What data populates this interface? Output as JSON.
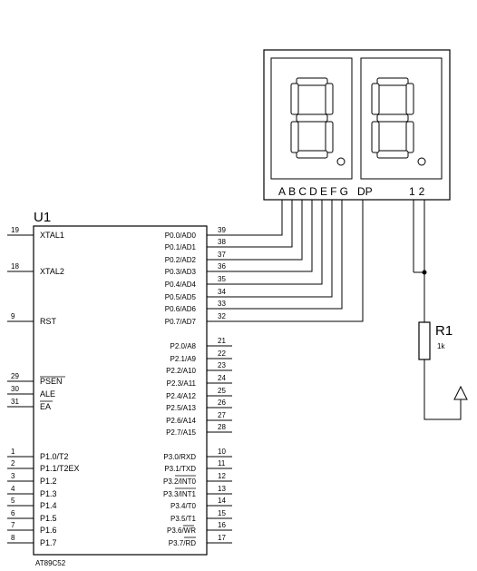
{
  "ic": {
    "ref": "U1",
    "part": "AT89C52",
    "left_pins": [
      {
        "num": "19",
        "label": "XTAL1"
      },
      {
        "num": "18",
        "label": "XTAL2"
      },
      {
        "num": "9",
        "label": "RST"
      },
      {
        "num": "29",
        "label": "PSEN"
      },
      {
        "num": "30",
        "label": "ALE"
      },
      {
        "num": "31",
        "label": "EA"
      },
      {
        "num": "1",
        "label": "P1.0/T2"
      },
      {
        "num": "2",
        "label": "P1.1/T2EX"
      },
      {
        "num": "3",
        "label": "P1.2"
      },
      {
        "num": "4",
        "label": "P1.3"
      },
      {
        "num": "5",
        "label": "P1.4"
      },
      {
        "num": "6",
        "label": "P1.5"
      },
      {
        "num": "7",
        "label": "P1.6"
      },
      {
        "num": "8",
        "label": "P1.7"
      }
    ],
    "right_pins": [
      {
        "num": "39",
        "label": "P0.0/AD0"
      },
      {
        "num": "38",
        "label": "P0.1/AD1"
      },
      {
        "num": "37",
        "label": "P0.2/AD2"
      },
      {
        "num": "36",
        "label": "P0.3/AD3"
      },
      {
        "num": "35",
        "label": "P0.4/AD4"
      },
      {
        "num": "34",
        "label": "P0.5/AD5"
      },
      {
        "num": "33",
        "label": "P0.6/AD6"
      },
      {
        "num": "32",
        "label": "P0.7/AD7"
      },
      {
        "num": "21",
        "label": "P2.0/A8"
      },
      {
        "num": "22",
        "label": "P2.1/A9"
      },
      {
        "num": "23",
        "label": "P2.2/A10"
      },
      {
        "num": "24",
        "label": "P2.3/A11"
      },
      {
        "num": "25",
        "label": "P2.4/A12"
      },
      {
        "num": "26",
        "label": "P2.5/A13"
      },
      {
        "num": "27",
        "label": "P2.6/A14"
      },
      {
        "num": "28",
        "label": "P2.7/A15"
      },
      {
        "num": "10",
        "label": "P3.0/RXD"
      },
      {
        "num": "11",
        "label": "P3.1/TXD"
      },
      {
        "num": "12",
        "label": "P3.2/INT0"
      },
      {
        "num": "13",
        "label": "P3.3/INT1"
      },
      {
        "num": "14",
        "label": "P3.4/T0"
      },
      {
        "num": "15",
        "label": "P3.5/T1"
      },
      {
        "num": "16",
        "label": "P3.6/WR"
      },
      {
        "num": "17",
        "label": "P3.7/RD"
      }
    ]
  },
  "display": {
    "segment_labels": "ABCDEFG",
    "dp_label": "DP",
    "digit_labels": "12"
  },
  "resistor": {
    "ref": "R1",
    "value": "1k"
  }
}
